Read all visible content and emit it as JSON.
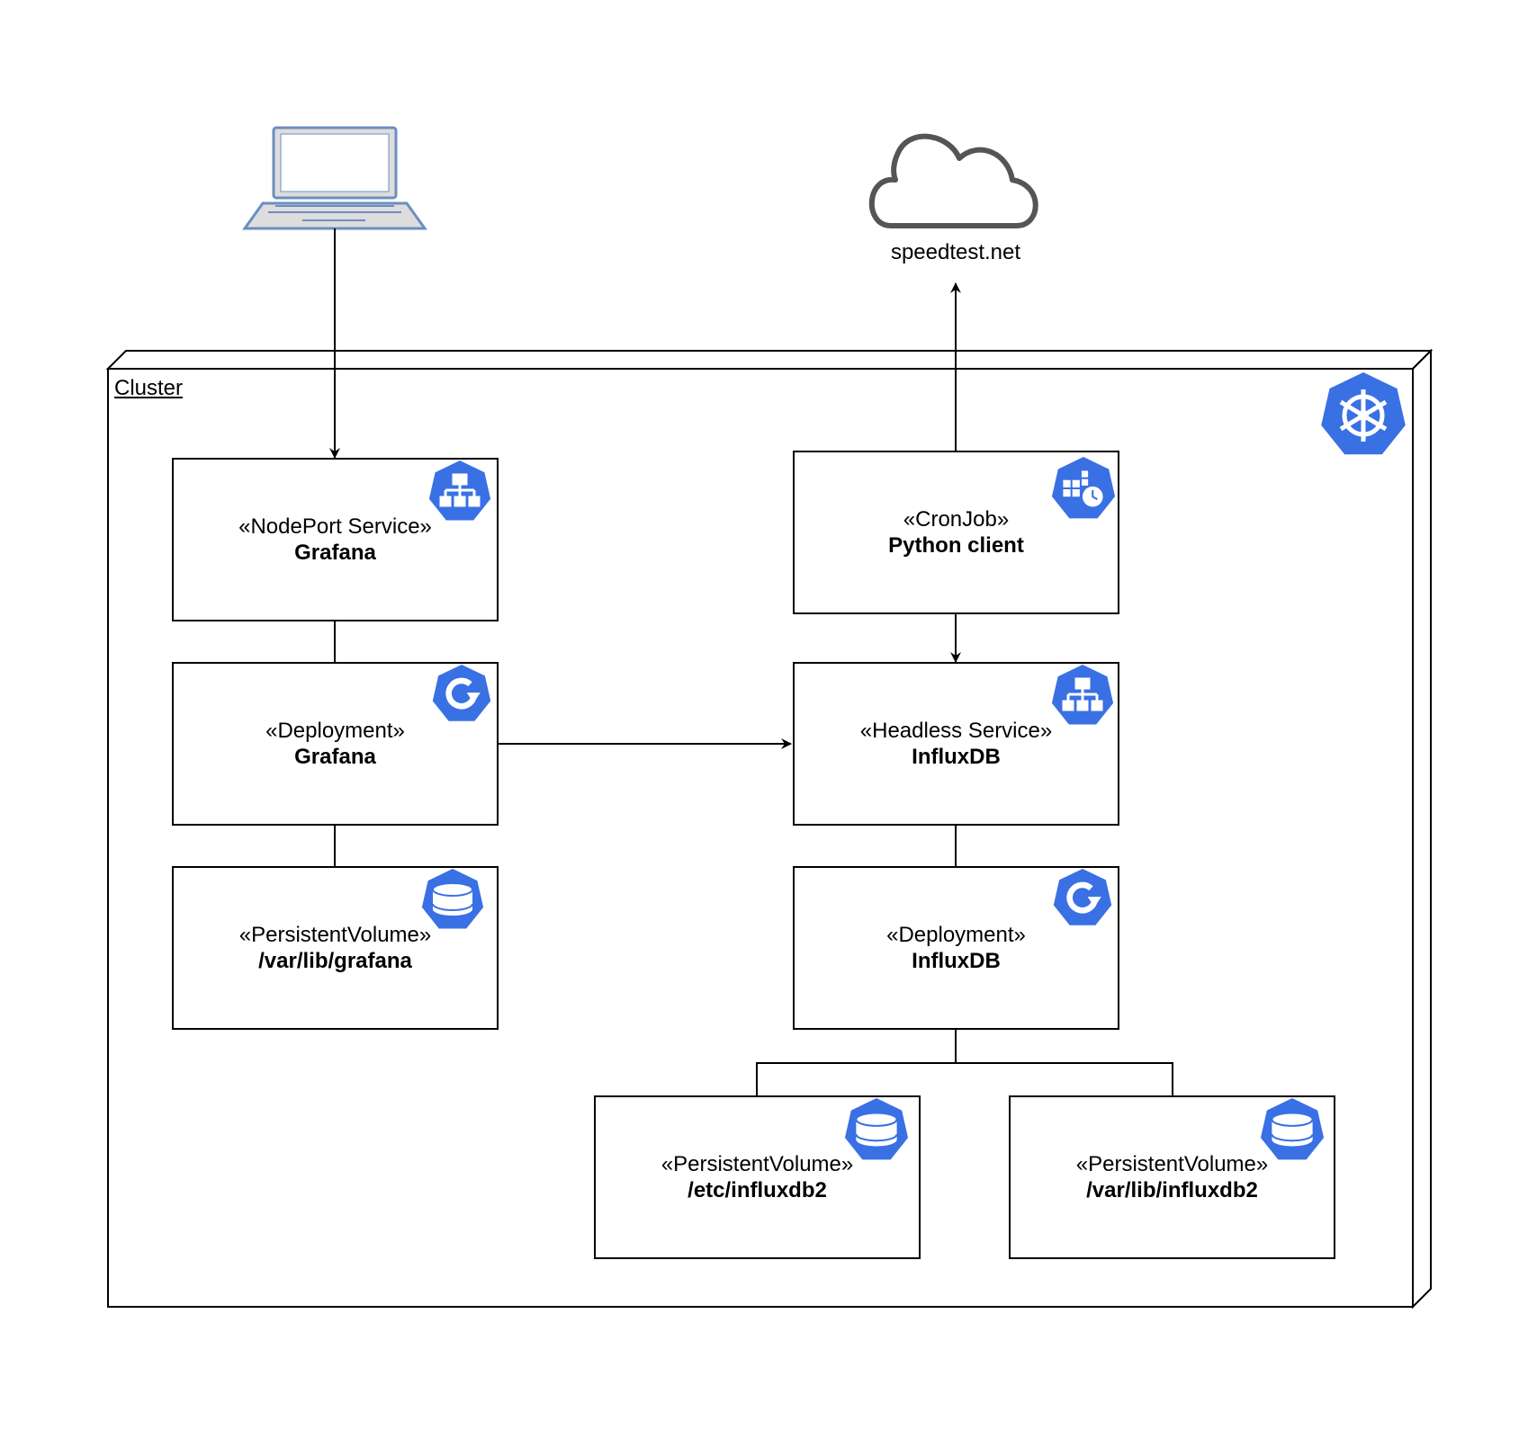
{
  "colors": {
    "accent": "#3970e4",
    "line": "#000000",
    "laptop_stroke": "#6c8ebf",
    "laptop_fill": "#dddddd"
  },
  "cluster": {
    "label": "Cluster",
    "icon": "kubernetes-helm-icon"
  },
  "external": {
    "laptop": {
      "icon": "laptop-icon"
    },
    "cloud": {
      "label": "speedtest.net",
      "icon": "cloud-icon"
    }
  },
  "nodes": {
    "grafana_service": {
      "stereotype": "«NodePort Service»",
      "name": "Grafana",
      "icon": "service-icon"
    },
    "grafana_deployment": {
      "stereotype": "«Deployment»",
      "name": "Grafana",
      "icon": "deployment-icon"
    },
    "grafana_volume": {
      "stereotype": "«PersistentVolume»",
      "name": "/var/lib/grafana",
      "icon": "volume-icon"
    },
    "cronjob": {
      "stereotype": "«CronJob»",
      "name": "Python client",
      "icon": "cronjob-icon"
    },
    "influx_service": {
      "stereotype": "«Headless Service»",
      "name": "InfluxDB",
      "icon": "service-icon"
    },
    "influx_deployment": {
      "stereotype": "«Deployment»",
      "name": "InfluxDB",
      "icon": "deployment-icon"
    },
    "influx_volume_etc": {
      "stereotype": "«PersistentVolume»",
      "name": "/etc/influxdb2",
      "icon": "volume-icon"
    },
    "influx_volume_var": {
      "stereotype": "«PersistentVolume»",
      "name": "/var/lib/influxdb2",
      "icon": "volume-icon"
    }
  }
}
